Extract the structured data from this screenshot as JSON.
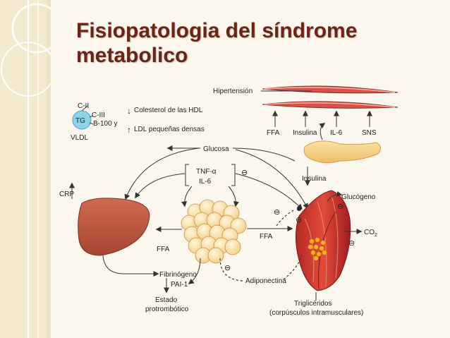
{
  "slide": {
    "title_line1": "Fisiopatologia del síndrome",
    "title_line2": "metabolico"
  },
  "diagram": {
    "vldl": {
      "apo_c2": "C-II",
      "apo_c3": "C-III",
      "apo_b100": "B-100 y",
      "tg": "TG",
      "vldl": "VLDL"
    },
    "lipid_changes": {
      "hdl": "Colesterol de las HDL",
      "ldl": "LDL pequeñas densas"
    },
    "hypertension": "Hipertensión",
    "vessel_factors": [
      "FFA",
      "Insulina",
      "IL-6",
      "SNS"
    ],
    "glucose": "Glucosa",
    "cytokines": {
      "tnf": "TNF-α",
      "il6": "IL-6"
    },
    "inhibit_symbol": "⊖",
    "insulin": "Insulina",
    "glycogen": "Glucógeno",
    "crp": "CRP",
    "ffa_muscle": "FFA",
    "ffa_liver": "FFA",
    "co2": "CO",
    "co2_sub": "2",
    "fibrinogen": "Fibrinógeno",
    "pai1": "PAI-1",
    "adiponectin": "Adiponectina",
    "prothrombotic_line1": "Estado",
    "prothrombotic_line2": "protrombótico",
    "triglycerides_line1": "Triglicéridos",
    "triglycerides_line2": "(corpúsculos intramusculares)",
    "arrow_down": "↓",
    "arrow_up": "↑"
  }
}
